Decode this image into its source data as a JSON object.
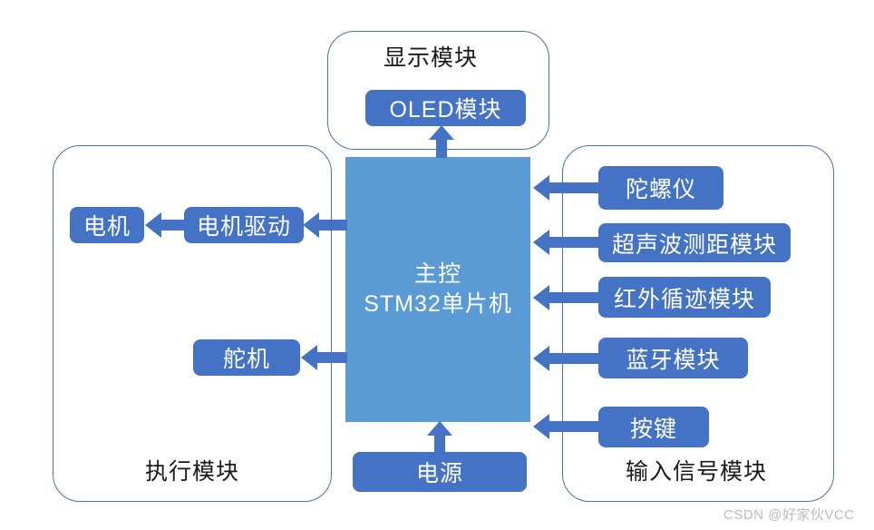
{
  "diagram": {
    "title": "STM32 smart car system block diagram",
    "colors": {
      "mcu_fill": "#5B9BD5",
      "module_fill": "#4472C4",
      "container_border": "#4A70B8",
      "arrow_fill": "#4472C4",
      "background": "#FFFFFF",
      "watermark": "#B9BCC4"
    }
  },
  "groups": {
    "display": {
      "label": "显示模块"
    },
    "actuator": {
      "label": "执行模块"
    },
    "input": {
      "label": "输入信号模块"
    }
  },
  "mcu": {
    "line1": "主控",
    "line2": "STM32单片机"
  },
  "display_modules": [
    {
      "label": "OLED模块"
    }
  ],
  "actuator_modules": [
    {
      "label": "电机"
    },
    {
      "label": "电机驱动"
    },
    {
      "label": "舵机"
    }
  ],
  "input_modules": [
    {
      "label": "陀螺仪"
    },
    {
      "label": "超声波测距模块"
    },
    {
      "label": "红外循迹模块"
    },
    {
      "label": "蓝牙模块"
    },
    {
      "label": "按键"
    }
  ],
  "power": {
    "label": "电源"
  },
  "watermark": {
    "text": "CSDN @好家伙VCC"
  }
}
